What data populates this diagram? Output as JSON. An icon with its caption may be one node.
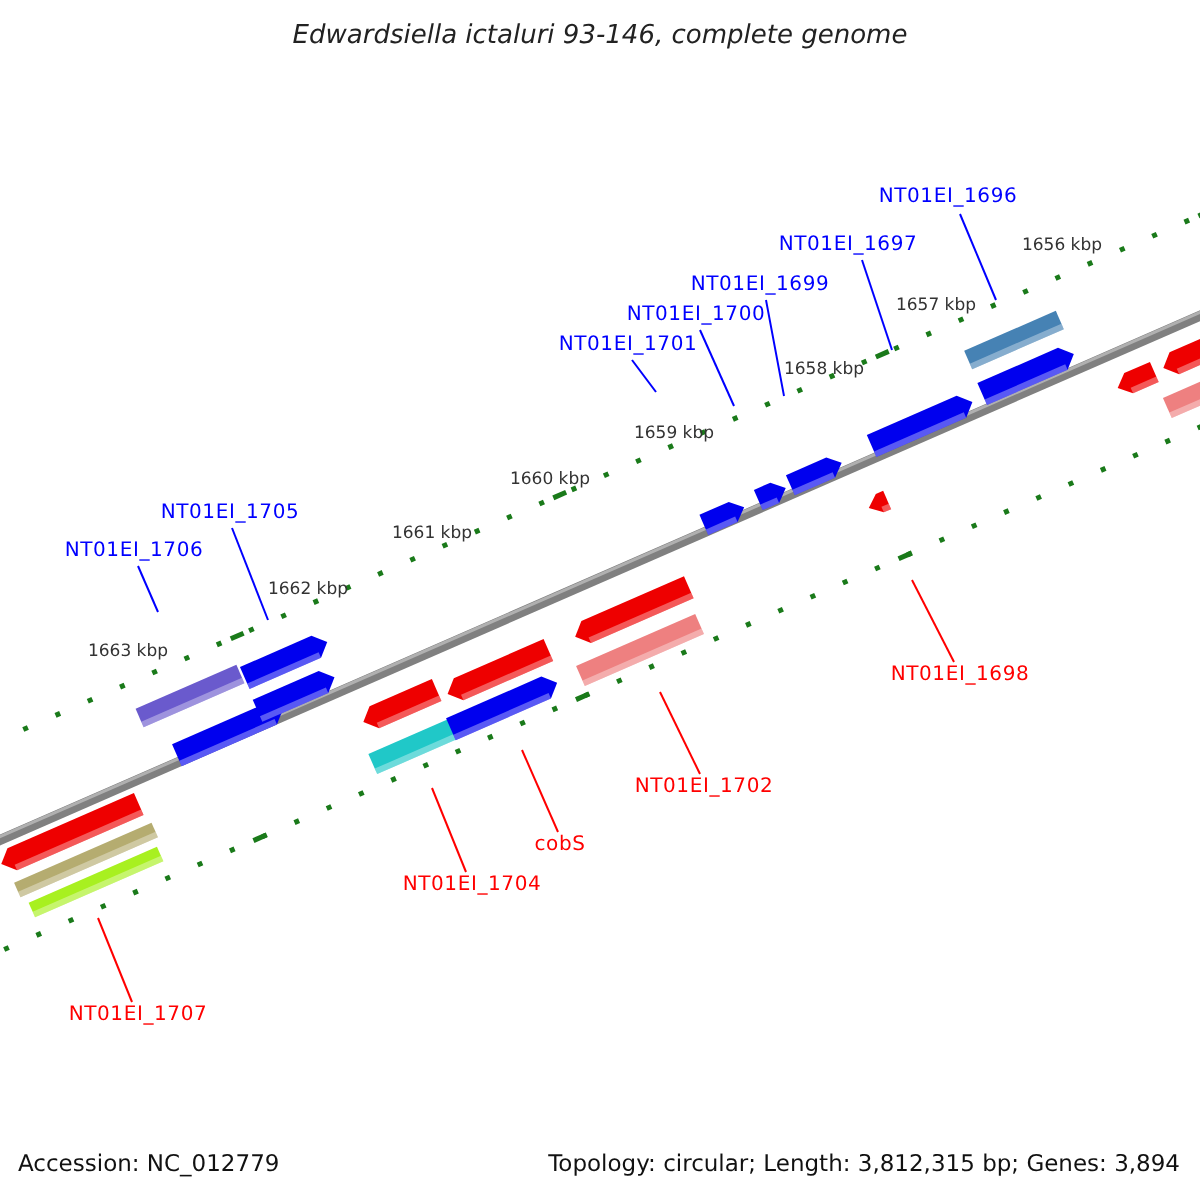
{
  "diagram": {
    "title": "Edwardsiella ictaluri 93-146, complete genome",
    "nodes": [
      {
        "text": [
          "NT01EI_1696"
        ]
      },
      {
        "text": [
          "NT01EI_1697"
        ]
      },
      {
        "text": [
          "NT01EI_1699"
        ]
      },
      {
        "text": [
          "NT01EI_1700"
        ]
      },
      {
        "text": [
          "NT01EI_1701"
        ]
      },
      {
        "text": [
          "NT01EI_1705"
        ]
      },
      {
        "text": [
          "NT01EI_1706"
        ]
      },
      {
        "text": [
          "NT01EI_1698"
        ]
      },
      {
        "text": [
          "NT01EI_1702"
        ]
      },
      {
        "text": [
          "cobS"
        ]
      },
      {
        "text": [
          "NT01EI_1704"
        ]
      },
      {
        "text": [
          "NT01EI_1707"
        ]
      }
    ],
    "edges": [
      {
        "from": 0,
        "to": null,
        "arrow": "none"
      },
      {
        "from": 1,
        "to": null,
        "arrow": "none"
      },
      {
        "from": 2,
        "to": null,
        "arrow": "none"
      },
      {
        "from": 3,
        "to": null,
        "arrow": "none"
      },
      {
        "from": 4,
        "to": null,
        "arrow": "none"
      },
      {
        "from": 5,
        "to": null,
        "arrow": "none"
      },
      {
        "from": 6,
        "to": null,
        "arrow": "none"
      },
      {
        "from": 7,
        "to": null,
        "arrow": "none",
        "color": "#ff0000"
      },
      {
        "from": 8,
        "to": null,
        "arrow": "none",
        "color": "#ff0000"
      },
      {
        "from": 9,
        "to": null,
        "arrow": "none",
        "color": "#ff0000"
      },
      {
        "from": 10,
        "to": null,
        "arrow": "none",
        "color": "#ff0000"
      },
      {
        "from": 11,
        "to": null,
        "arrow": "none",
        "color": "#ff0000"
      }
    ],
    "labels": [
      "1656 kbp",
      "1657 kbp",
      "1658 kbp",
      "1659 kbp",
      "1660 kbp",
      "1661 kbp",
      "1662 kbp",
      "1663 kbp",
      "Accession: NC_012779",
      "Topology: circular; Length: 3,812,315 bp; Genes: 3,894"
    ]
  }
}
